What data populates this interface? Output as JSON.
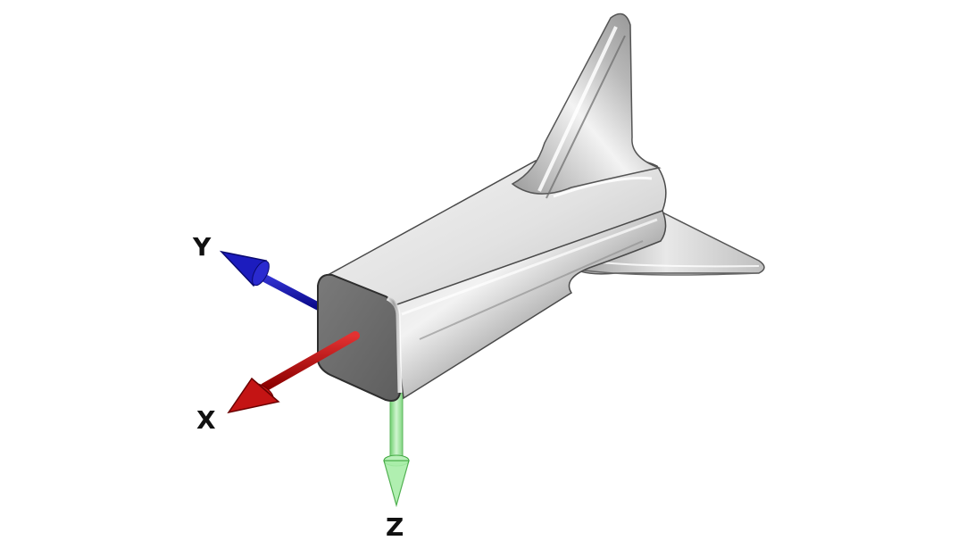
{
  "diagram": {
    "axes": [
      {
        "id": "x",
        "label": "X",
        "color": "#c81414",
        "direction": "toward-viewer-left"
      },
      {
        "id": "y",
        "label": "Y",
        "color": "#1f1fc8",
        "direction": "back-left"
      },
      {
        "id": "z",
        "label": "Z",
        "color": "#7ee07e",
        "direction": "down"
      }
    ],
    "model": {
      "object": "rocket-body-with-fins",
      "fin_count_visible": 2,
      "material_color": "#c8c8c8"
    }
  }
}
